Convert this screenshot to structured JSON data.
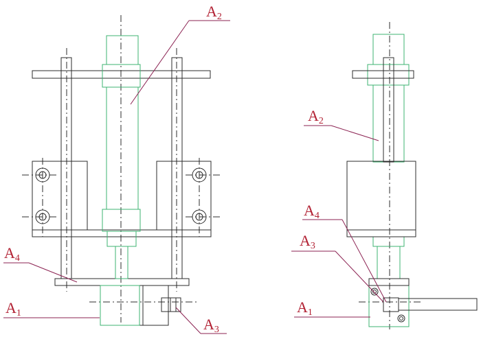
{
  "colors": {
    "body": "#2b2b2b",
    "shaft": "#3cb371",
    "label": "#b22234",
    "leader": "#8b2252"
  },
  "labels": {
    "front": {
      "a2": {
        "letter": "A",
        "index": "2"
      },
      "a4": {
        "letter": "A",
        "index": "4"
      },
      "a1": {
        "letter": "A",
        "index": "1"
      },
      "a3": {
        "letter": "A",
        "index": "3"
      }
    },
    "side": {
      "a2": {
        "letter": "A",
        "index": "2"
      },
      "a4": {
        "letter": "A",
        "index": "4"
      },
      "a3": {
        "letter": "A",
        "index": "3"
      },
      "a1": {
        "letter": "A",
        "index": "1"
      }
    }
  }
}
